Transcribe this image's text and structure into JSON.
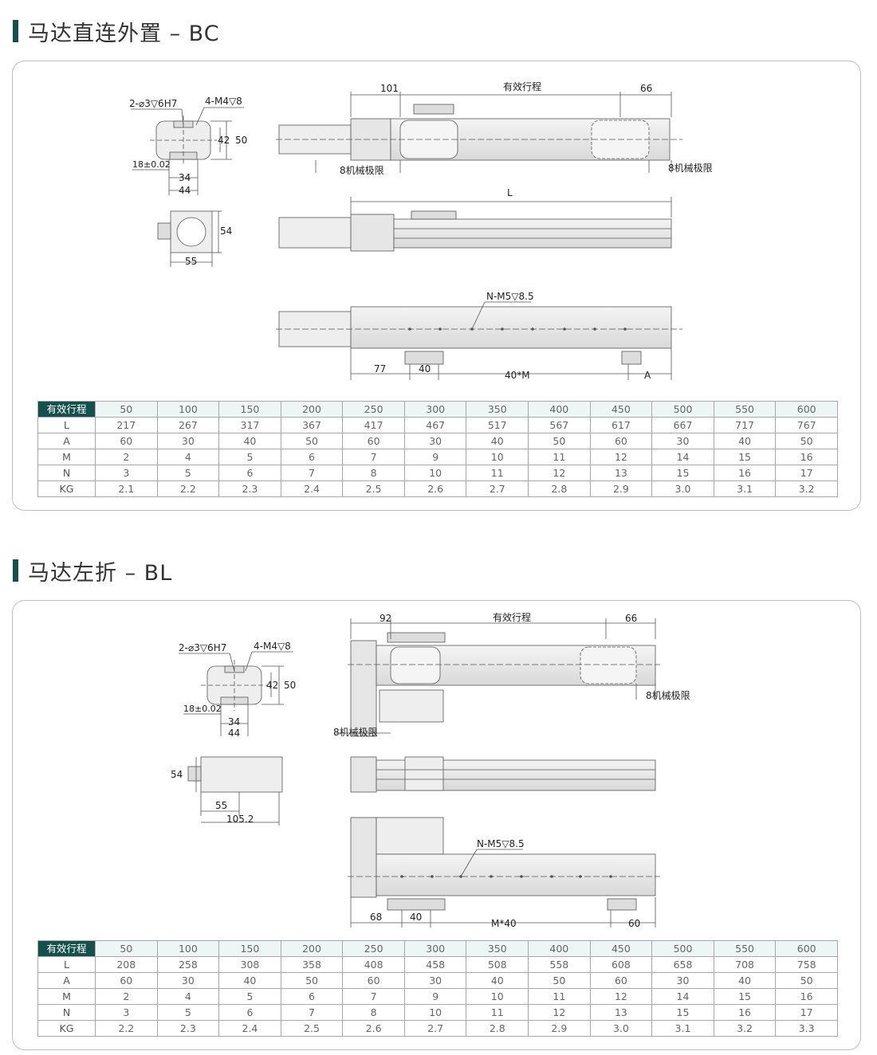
{
  "sections": [
    {
      "title": "马达直连外置 – BC",
      "labels": {
        "pin": "2-⌀3▽6H7",
        "tap": "4-M4▽8",
        "d42": "42",
        "d50": "50",
        "tol": "18±0.02",
        "d34": "34",
        "d44": "44",
        "d54": "54",
        "d55": "55",
        "d101": "101",
        "stroke": "有效行程",
        "d66": "66",
        "limit_left": "8机械极限",
        "limit_right": "8机械极限",
        "L": "L",
        "nm5": "N-M5▽8.5",
        "d77": "77",
        "d40": "40",
        "d40m": "40*M",
        "A": "A"
      },
      "table": {
        "header": [
          "有效行程",
          "50",
          "100",
          "150",
          "200",
          "250",
          "300",
          "350",
          "400",
          "450",
          "500",
          "550",
          "600"
        ],
        "rows": [
          [
            "L",
            "217",
            "267",
            "317",
            "367",
            "417",
            "467",
            "517",
            "567",
            "617",
            "667",
            "717",
            "767"
          ],
          [
            "A",
            "60",
            "30",
            "40",
            "50",
            "60",
            "30",
            "40",
            "50",
            "60",
            "30",
            "40",
            "50"
          ],
          [
            "M",
            "2",
            "4",
            "5",
            "6",
            "7",
            "9",
            "10",
            "11",
            "12",
            "14",
            "15",
            "16"
          ],
          [
            "N",
            "3",
            "5",
            "6",
            "7",
            "8",
            "10",
            "11",
            "12",
            "13",
            "15",
            "16",
            "17"
          ],
          [
            "KG",
            "2.1",
            "2.2",
            "2.3",
            "2.4",
            "2.5",
            "2.6",
            "2.7",
            "2.8",
            "2.9",
            "3.0",
            "3.1",
            "3.2"
          ]
        ]
      }
    },
    {
      "title": "马达左折 – BL",
      "labels": {
        "pin": "2-⌀3▽6H7",
        "tap": "4-M4▽8",
        "d42": "42",
        "d50": "50",
        "tol": "18±0.02",
        "d34": "34",
        "d44": "44",
        "d54": "54",
        "d55": "55",
        "d1052": "105.2",
        "d92": "92",
        "stroke": "有效行程",
        "d66": "66",
        "limit_right": "8机械极限",
        "limit_left": "8机械极限",
        "nm5": "N-M5▽8.5",
        "d68": "68",
        "d40": "40",
        "dm40": "M*40",
        "d60": "60"
      },
      "table": {
        "header": [
          "有效行程",
          "50",
          "100",
          "150",
          "200",
          "250",
          "300",
          "350",
          "400",
          "450",
          "500",
          "550",
          "600"
        ],
        "rows": [
          [
            "L",
            "208",
            "258",
            "308",
            "358",
            "408",
            "458",
            "508",
            "558",
            "608",
            "658",
            "708",
            "758"
          ],
          [
            "A",
            "60",
            "30",
            "40",
            "50",
            "60",
            "30",
            "40",
            "50",
            "60",
            "30",
            "40",
            "50"
          ],
          [
            "M",
            "2",
            "4",
            "5",
            "6",
            "7",
            "9",
            "10",
            "11",
            "12",
            "14",
            "15",
            "16"
          ],
          [
            "N",
            "3",
            "5",
            "6",
            "7",
            "8",
            "10",
            "11",
            "12",
            "13",
            "15",
            "16",
            "17"
          ],
          [
            "KG",
            "2.2",
            "2.3",
            "2.4",
            "2.5",
            "2.6",
            "2.7",
            "2.8",
            "2.9",
            "3.0",
            "3.1",
            "3.2",
            "3.3"
          ]
        ]
      }
    }
  ],
  "colors": {
    "accent": "#14504c",
    "table_header_bg": "#eef6f5"
  }
}
